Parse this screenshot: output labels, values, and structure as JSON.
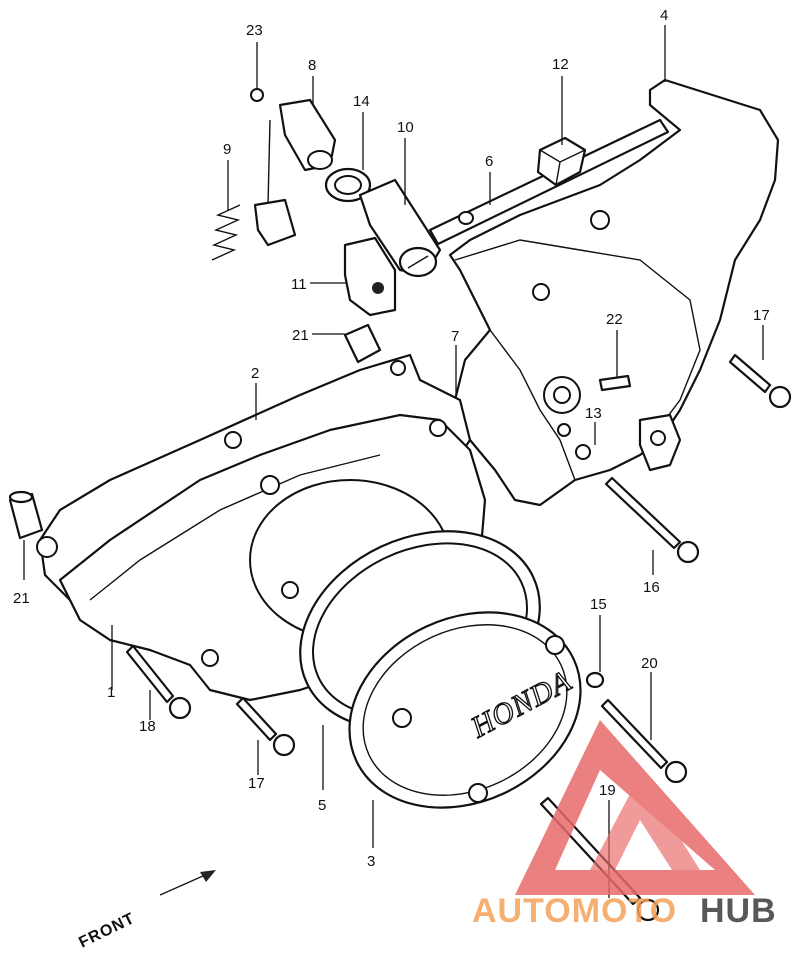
{
  "callouts": [
    {
      "id": "23",
      "text": "23"
    },
    {
      "id": "8",
      "text": "8"
    },
    {
      "id": "14",
      "text": "14"
    },
    {
      "id": "10",
      "text": "10"
    },
    {
      "id": "9",
      "text": "9"
    },
    {
      "id": "12",
      "text": "12"
    },
    {
      "id": "4",
      "text": "4"
    },
    {
      "id": "6",
      "text": "6"
    },
    {
      "id": "11",
      "text": "11"
    },
    {
      "id": "21a",
      "text": "21"
    },
    {
      "id": "22",
      "text": "22"
    },
    {
      "id": "17a",
      "text": "17"
    },
    {
      "id": "2",
      "text": "2"
    },
    {
      "id": "7",
      "text": "7"
    },
    {
      "id": "13",
      "text": "13"
    },
    {
      "id": "21b",
      "text": "21"
    },
    {
      "id": "16",
      "text": "16"
    },
    {
      "id": "15",
      "text": "15"
    },
    {
      "id": "20",
      "text": "20"
    },
    {
      "id": "1",
      "text": "1"
    },
    {
      "id": "18",
      "text": "18"
    },
    {
      "id": "17b",
      "text": "17"
    },
    {
      "id": "5",
      "text": "5"
    },
    {
      "id": "3",
      "text": "3"
    },
    {
      "id": "19",
      "text": "19"
    }
  ],
  "cover_brand": "HONDA",
  "direction_label": "FRONT",
  "watermark": {
    "part1": "AUTOMOTO",
    "part2": "HUB",
    "color_accent": "#f4a259",
    "color_dark": "#3b3b3b",
    "logo_color": "#e86a6a"
  }
}
